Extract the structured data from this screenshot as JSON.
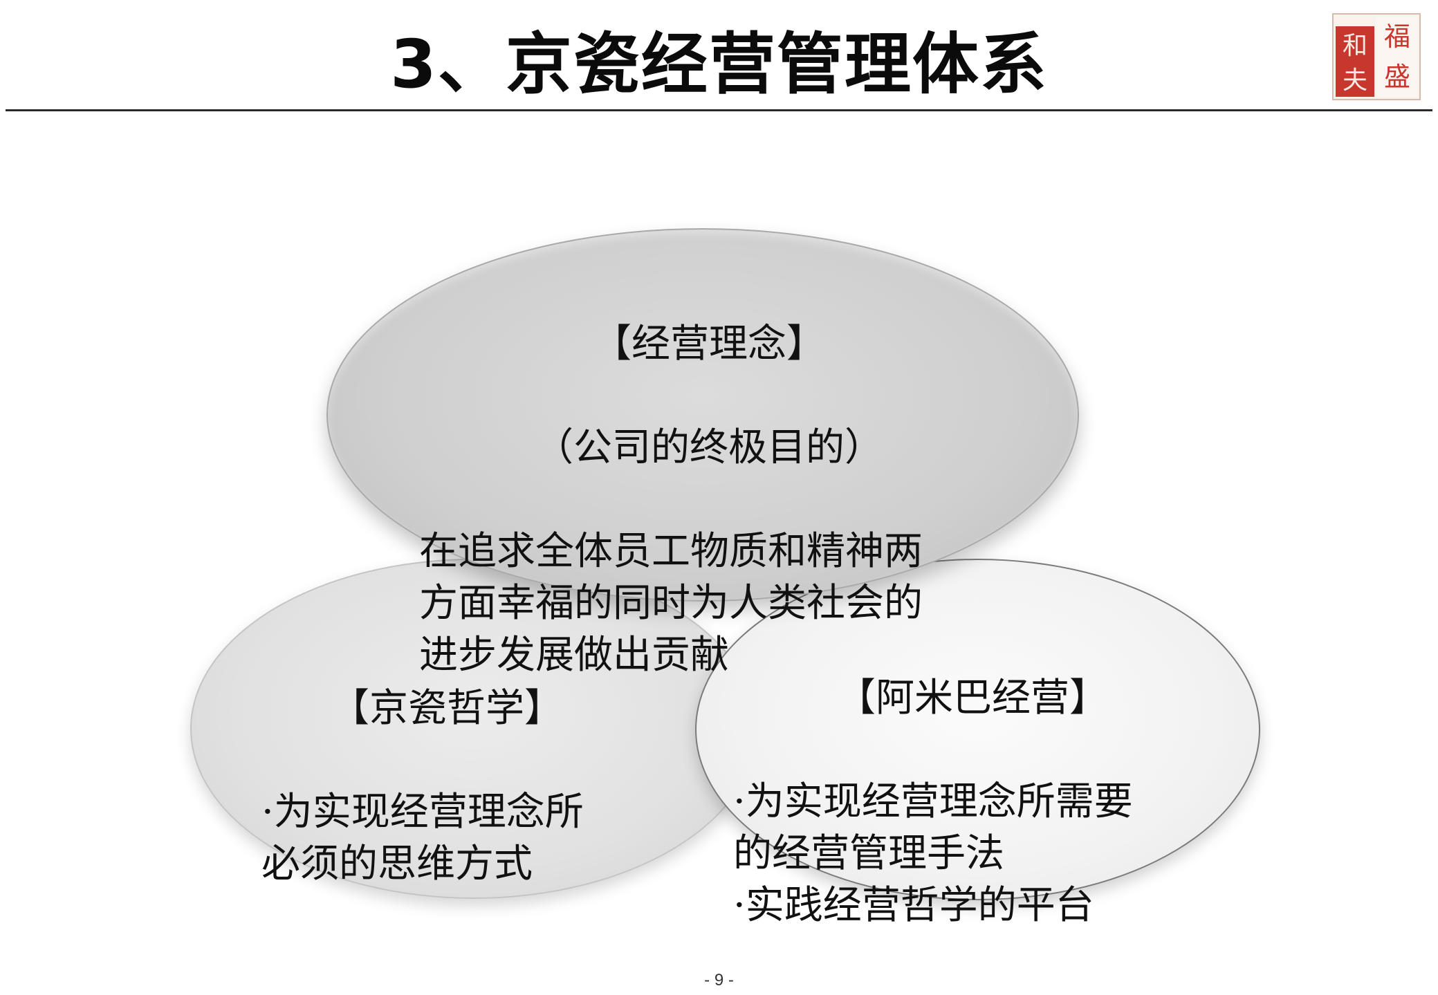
{
  "header": {
    "title": "3、京瓷经营管理体系"
  },
  "logo": {
    "seal_chars": [
      "福",
      "和",
      "盛",
      "夫"
    ],
    "color": "#c8372d"
  },
  "diagram": {
    "top": {
      "heading": "【经营理念】",
      "subheading": "（公司的终极目的）",
      "body": "在追求全体员工物质和精神两\n方面幸福的同时为人类社会的\n进步发展做出贡献"
    },
    "left": {
      "heading": "【京瓷哲学】",
      "body": "·为实现经营理念所\n必须的思维方式"
    },
    "right": {
      "heading": "【阿米巴经营】",
      "body": "·为实现经营理念所需要\n的经营管理手法\n·实践经营哲学的平台"
    }
  },
  "footer": {
    "page_number": "- 9 -"
  }
}
